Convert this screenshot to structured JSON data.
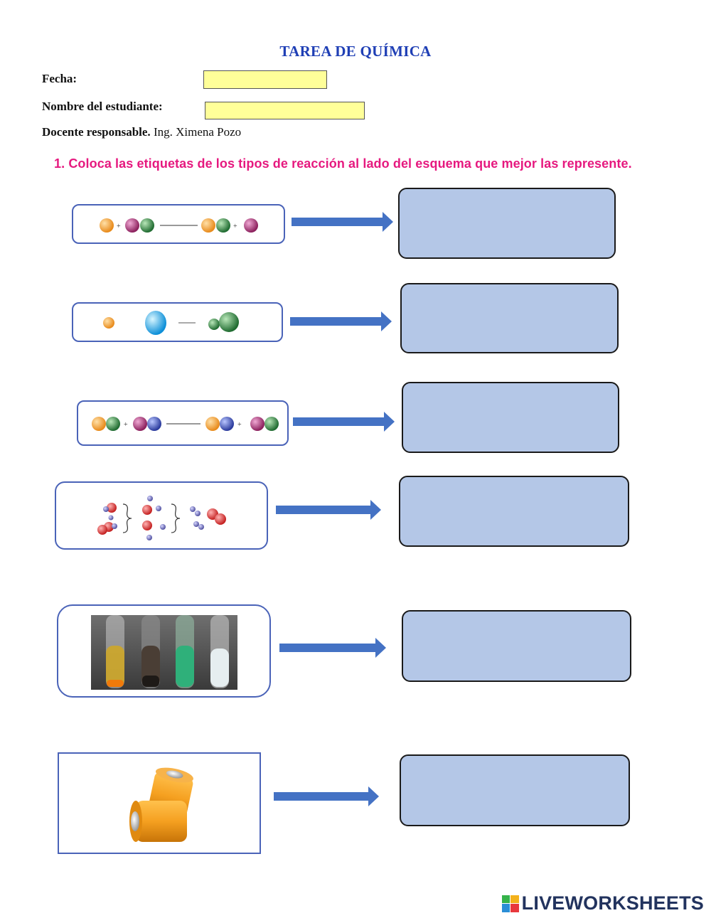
{
  "header": {
    "title": "TAREA DE QUÍMICA",
    "date_label": "Fecha:",
    "student_label": "Nombre del estudiante:",
    "teacher_label": "Docente responsable.",
    "teacher_name": "Ing. Ximena Pozo"
  },
  "instructions": "1.   Coloca las etiquetas de los tipos de reacción al lado del esquema que mejor las represente.",
  "fields": {
    "date_value": "",
    "student_value": ""
  },
  "answers": [
    "",
    "",
    "",
    "",
    "",
    ""
  ],
  "colors": {
    "title": "#1f3fb5",
    "instruction": "#e6197f",
    "field": "#ffff99",
    "answer_box": "#b4c7e7",
    "arrow": "#4472c4"
  },
  "footer": {
    "brand": "LIVEWORKSHEETS"
  }
}
